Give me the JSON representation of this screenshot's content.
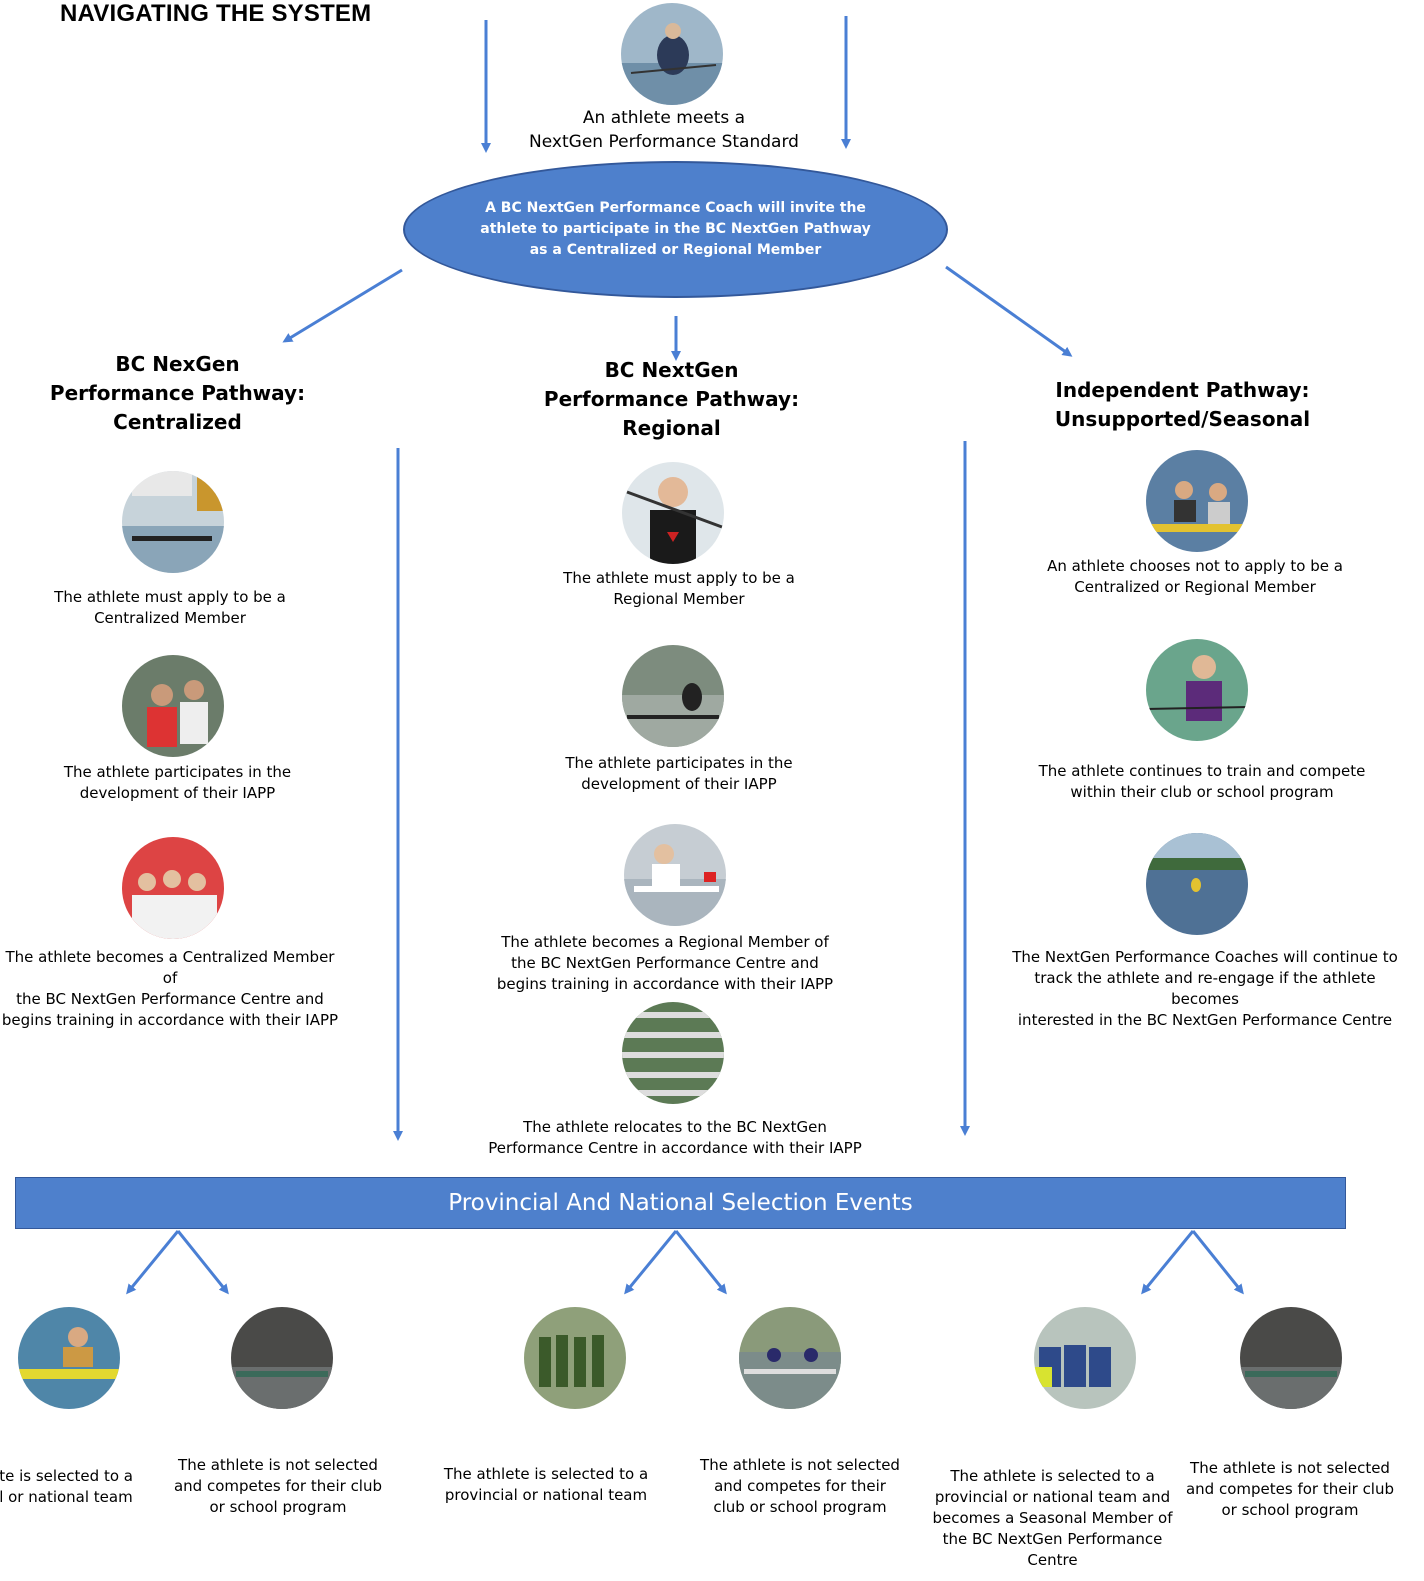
{
  "page_title": "NAVIGATING THE SYSTEM",
  "top": {
    "caption": "An athlete meets a\nNextGen Performance Standard",
    "ellipse_text": "A BC NextGen Performance Coach will invite the athlete to participate in the BC NextGen Pathway as a Centralized or Regional Member"
  },
  "columns": {
    "centralized": {
      "heading": "BC NexGen\nPerformance Pathway:\nCentralized",
      "steps": [
        "The athlete must apply to be a\nCentralized Member",
        "The athlete participates in the\ndevelopment of their IAPP",
        "The athlete becomes a Centralized Member of\nthe BC NextGen Performance Centre and\nbegins training in accordance with their IAPP"
      ]
    },
    "regional": {
      "heading": "BC NextGen\nPerformance Pathway:\nRegional",
      "steps": [
        "The athlete must apply to be a\nRegional Member",
        "The athlete participates in the\ndevelopment of their IAPP",
        "The athlete becomes a Regional Member of\nthe BC NextGen Performance Centre and\nbegins training in accordance with their IAPP",
        "The athlete relocates to the BC NextGen\nPerformance Centre in accordance with their IAPP"
      ]
    },
    "independent": {
      "heading": "Independent Pathway:\nUnsupported/Seasonal",
      "steps": [
        "An athlete chooses not to apply to be a\nCentralized or Regional Member",
        "The athlete continues to train and compete\nwithin their club or school program",
        "The NextGen Performance Coaches will continue to\ntrack the athlete and re-engage if the athlete becomes\ninterested in the BC NextGen Performance Centre"
      ]
    }
  },
  "banner": "Provincial And National Selection Events",
  "outcomes": [
    "ete is selected to a\nal or national team",
    "The athlete is not selected\nand competes for their club\nor school program",
    "The athlete is selected to a\nprovincial or national team",
    "The athlete is not selected\nand competes for their\nclub or school program",
    "The athlete is selected to a\nprovincial or national team and\nbecomes a Seasonal Member of\nthe BC NextGen Performance\nCentre",
    "The athlete is not selected\nand competes for their club\nor school program"
  ],
  "colors": {
    "accent": "#4e80cc",
    "arrow": "#4a7fd4",
    "border": "#33589a"
  },
  "icons": [
    "rowing-photo"
  ]
}
